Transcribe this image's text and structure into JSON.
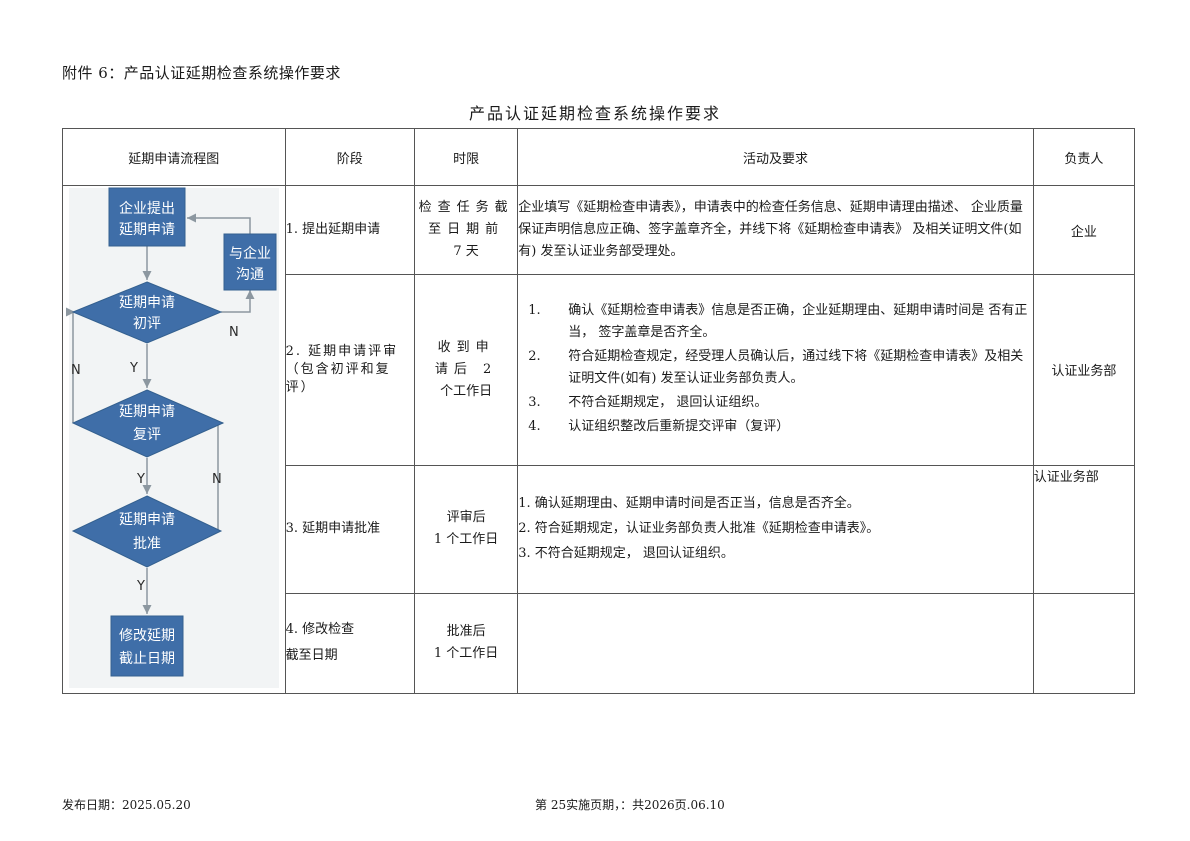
{
  "attachment_title": "附件 6：产品认证延期检查系统操作要求",
  "main_title": "产品认证延期检查系统操作要求",
  "headers": {
    "flow": "延期申请流程图",
    "stage": "阶段",
    "time": "时限",
    "activity": "活动及要求",
    "owner": "负责人"
  },
  "flowchart": {
    "box1": [
      "企业提出",
      "延期申请"
    ],
    "side_box": [
      "与企业",
      "沟通"
    ],
    "d1": [
      "延期申请",
      "初评"
    ],
    "d2": [
      "延期申请",
      "复评"
    ],
    "d3": [
      "延期申请",
      "批准"
    ],
    "box_end": [
      "修改延期",
      "截止日期"
    ],
    "yes": "Y",
    "no": "N",
    "colors": {
      "fill": "#3f6ea8",
      "stroke": "#34608f",
      "arrow": "#8c97a0",
      "bg": "#f2f4f5"
    }
  },
  "rows": [
    {
      "stage": "1. 提出延期申请",
      "time": [
        "检查任务截",
        "至日期前",
        "7 天"
      ],
      "activity": "企业填写《延期检查申请表》，申请表中的检查任务信息、延期申请理由描述、 企业质量保证声明信息应正确、签字盖章齐全，并线下将《延期检查申请表》 及相关证明文件(如有) 发至认证业务部受理处。",
      "owner": "企业"
    },
    {
      "stage": "2. 延期申请评审（包含初评和复评）",
      "time": [
        "收到申",
        "请后 2",
        "个工作日"
      ],
      "items": [
        {
          "num": "1.",
          "text": "确认《延期检查申请表》信息是否正确，企业延期理由、延期申请时间是 否有正当， 签字盖章是否齐全。"
        },
        {
          "num": "2.",
          "text": "符合延期检查规定，经受理人员确认后，通过线下将《延期检查申请表》及相关证明文件(如有) 发至认证业务部负责人。"
        },
        {
          "num": "3.",
          "text": "不符合延期规定， 退回认证组织。"
        },
        {
          "num": "4.",
          "text": "认证组织整改后重新提交评审（复评）"
        }
      ],
      "owner": "认证业务部"
    },
    {
      "stage": "3. 延期申请批准",
      "time": [
        "评审后",
        "1 个工作日"
      ],
      "lines": [
        "1. 确认延期理由、延期申请时间是否正当，信息是否齐全。",
        "2. 符合延期规定，认证业务部负责人批准《延期检查申请表》。",
        "3. 不符合延期规定， 退回认证组织。"
      ],
      "owner": "认证业务部"
    },
    {
      "stage_lines": [
        "4. 修改检查",
        "截至日期"
      ],
      "time": [
        "批准后",
        "1 个工作日"
      ]
    }
  ],
  "footer": {
    "publish": "发布日期：2025.05.20",
    "page_overlap": "第 25实施页期，：共2026页.06.10"
  }
}
